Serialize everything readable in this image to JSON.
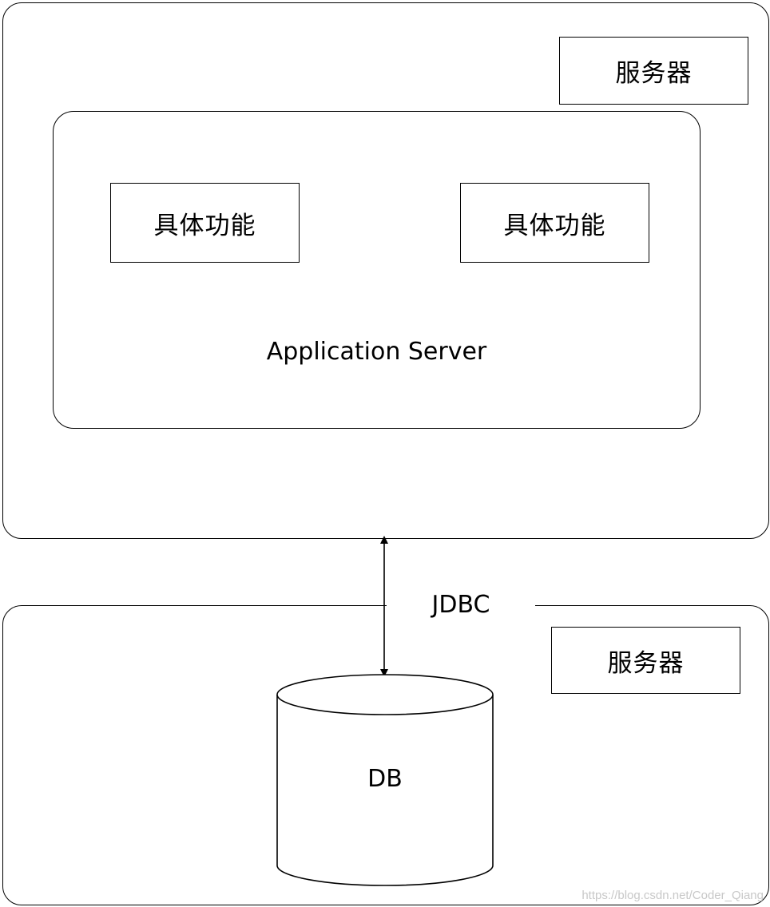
{
  "app_server_host": {
    "server_label": "服务器",
    "application_server": {
      "label": "Application Server",
      "features": [
        "具体功能",
        "具体功能"
      ]
    }
  },
  "db_host": {
    "server_label": "服务器",
    "database": {
      "label": "DB"
    }
  },
  "connection": {
    "label": "JDBC"
  },
  "watermark": "https://blog.csdn.net/Coder_Qiang"
}
